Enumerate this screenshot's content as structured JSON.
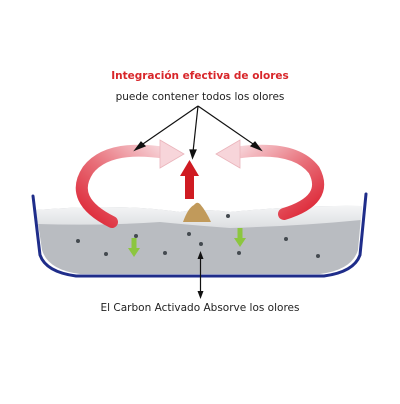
{
  "diagram": {
    "title": "Integración efectiva de olores",
    "subtitle": "puede contener todos los olores",
    "caption": "El Carbon Activado Absorve los olores"
  },
  "colors": {
    "heading": "#d8262a",
    "up_arrow": "#cf1b22",
    "curved_arrow_dark": "#dc2030",
    "curved_arrow_light": "#f7d5da",
    "down_arrow": "#8cc63f",
    "tray_outline": "#1f2d8a",
    "tray_fill": "#b9bcc1",
    "particle": "#444a50",
    "pile": "#c19a5b"
  }
}
